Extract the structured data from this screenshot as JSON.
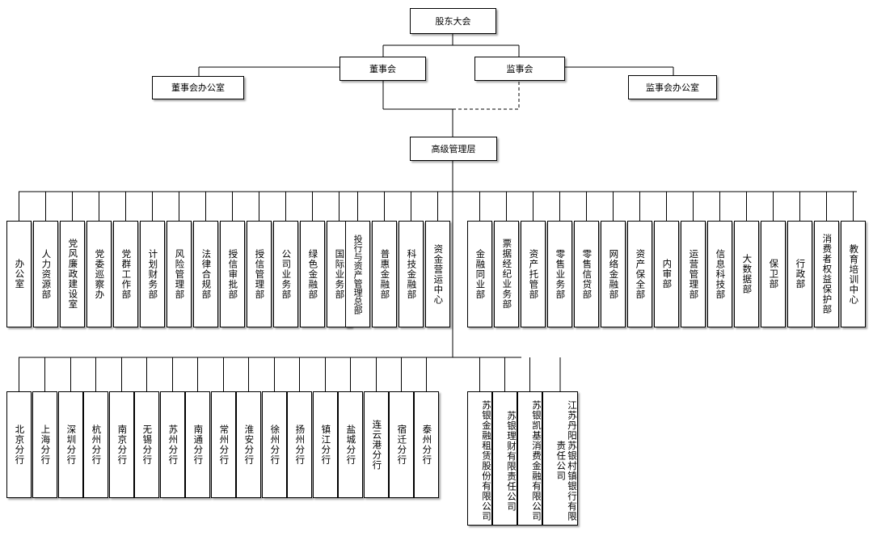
{
  "top": {
    "shareholders": "股东大会",
    "board": "董事会",
    "supervisors": "监事会",
    "board_office": "董事会办公室",
    "supervisors_office": "监事会办公室",
    "senior_management": "高级管理层"
  },
  "departments_left": [
    "办公室",
    "人力资源部",
    "党风廉政建设室",
    "党委巡察办",
    "党群工作部",
    "计划财务部",
    "风险管理部",
    "法律合规部",
    "授信审批部",
    "授信管理部",
    "公司业务部",
    "绿色金融部",
    "国际业务部",
    "投行与资产管理总部",
    "普惠金融部",
    "科技金融部",
    "资金营运中心"
  ],
  "departments_right": [
    "金融同业部",
    "票据经纪业务部",
    "资产托管部",
    "零售业务部",
    "零售信贷部",
    "网络金融部",
    "资产保全部",
    "内审部",
    "运营管理部",
    "信息科技部",
    "大数据部",
    "保卫部",
    "行政部",
    "消费者权益保护部",
    "教育培训中心"
  ],
  "branches": [
    "北京分行",
    "上海分行",
    "深圳分行",
    "杭州分行",
    "南京分行",
    "无锡分行",
    "苏州分行",
    "南通分行",
    "常州分行",
    "淮安分行",
    "徐州分行",
    "扬州分行",
    "镇江分行",
    "盐城分行",
    "连云港分行",
    "宿迁分行",
    "泰州分行"
  ],
  "subsidiaries": [
    "苏银金融租赁股份有限公司",
    "苏银理财有限责任公司",
    "苏银凯基消费金融有限公司",
    "江苏丹阳苏银村镇银行有限责任公司"
  ]
}
